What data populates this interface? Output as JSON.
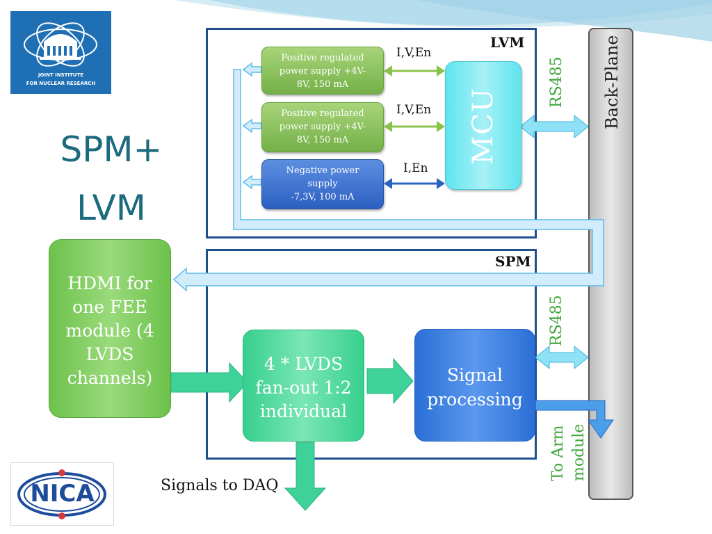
{
  "title": {
    "line1": "SPM+",
    "line2": "LVM"
  },
  "logos": {
    "jinr": {
      "line1": "JOINT INSTITUTE",
      "line2": "FOR NUCLEAR RESEARCH"
    },
    "nica": {
      "text": "NICA"
    }
  },
  "lvm": {
    "label": "LVM",
    "psu1": {
      "line1": "Positive regulated",
      "line2": "power supply +4V-",
      "line3": "8V, 150 mA"
    },
    "psu2": {
      "line1": "Positive regulated",
      "line2": "power supply +4V-",
      "line3": "8V, 150 mA"
    },
    "psu3": {
      "line1": "Negative power",
      "line2": "supply",
      "line3": "-7,3V, 100 mA"
    },
    "sig1": "I,V,En",
    "sig2": "I,V,En",
    "sig3": "I,En",
    "mcu": "MCU",
    "rs485": "RS485"
  },
  "backplane": {
    "label": "Back-Plane"
  },
  "spm": {
    "label": "SPM",
    "rs485": "RS485",
    "hdmi": {
      "line1": "HDMI for",
      "line2": "one FEE",
      "line3": "module (4",
      "line4": "LVDS",
      "line5": "channels)"
    },
    "fanout": {
      "line1": "4 * LVDS",
      "line2": "fan-out 1:2",
      "line3": "individual"
    },
    "sigproc": {
      "line1": "Signal",
      "line2": "processing"
    },
    "to_arm": {
      "line1": "To Arm",
      "line2": "module"
    },
    "daq": "Signals to DAQ"
  },
  "colors": {
    "frame": "#1f4f8c",
    "green_arrow": "#8bc34a",
    "blue_arrow": "#2c64c2",
    "cyan_arrow": "#6fd3f2",
    "rs485_text": "#3ea53a"
  }
}
